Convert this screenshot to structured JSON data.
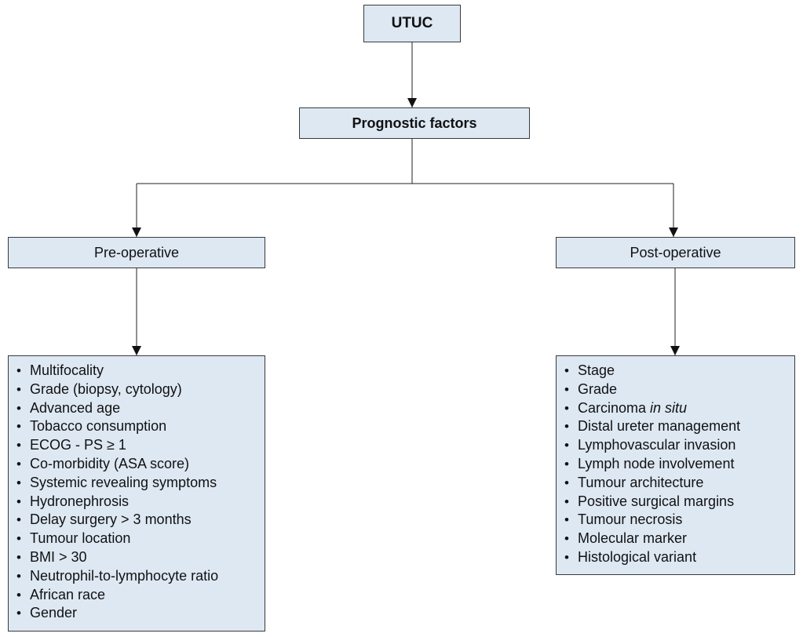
{
  "root": {
    "label": "UTUC"
  },
  "level2": {
    "label": "Prognostic factors"
  },
  "pre": {
    "label": "Pre-operative",
    "items": [
      "Multifocality",
      "Grade (biopsy, cytology)",
      "Advanced age",
      "Tobacco consumption",
      "ECOG - PS ≥ 1",
      "Co-morbidity (ASA score)",
      "Systemic revealing symptoms",
      "Hydronephrosis",
      "Delay surgery > 3 months",
      "Tumour location",
      "BMI > 30",
      "Neutrophil-to-lymphocyte ratio",
      "African race",
      "Gender"
    ]
  },
  "post": {
    "label": "Post-operative",
    "items": [
      "Stage",
      "Grade",
      {
        "text": "Carcinoma ",
        "italic": "in situ"
      },
      "Distal ureter management",
      "Lymphovascular invasion",
      "Lymph node involvement",
      "Tumour architecture",
      "Positive surgical margins",
      "Tumour necrosis",
      "Molecular marker",
      "Histological variant"
    ]
  }
}
